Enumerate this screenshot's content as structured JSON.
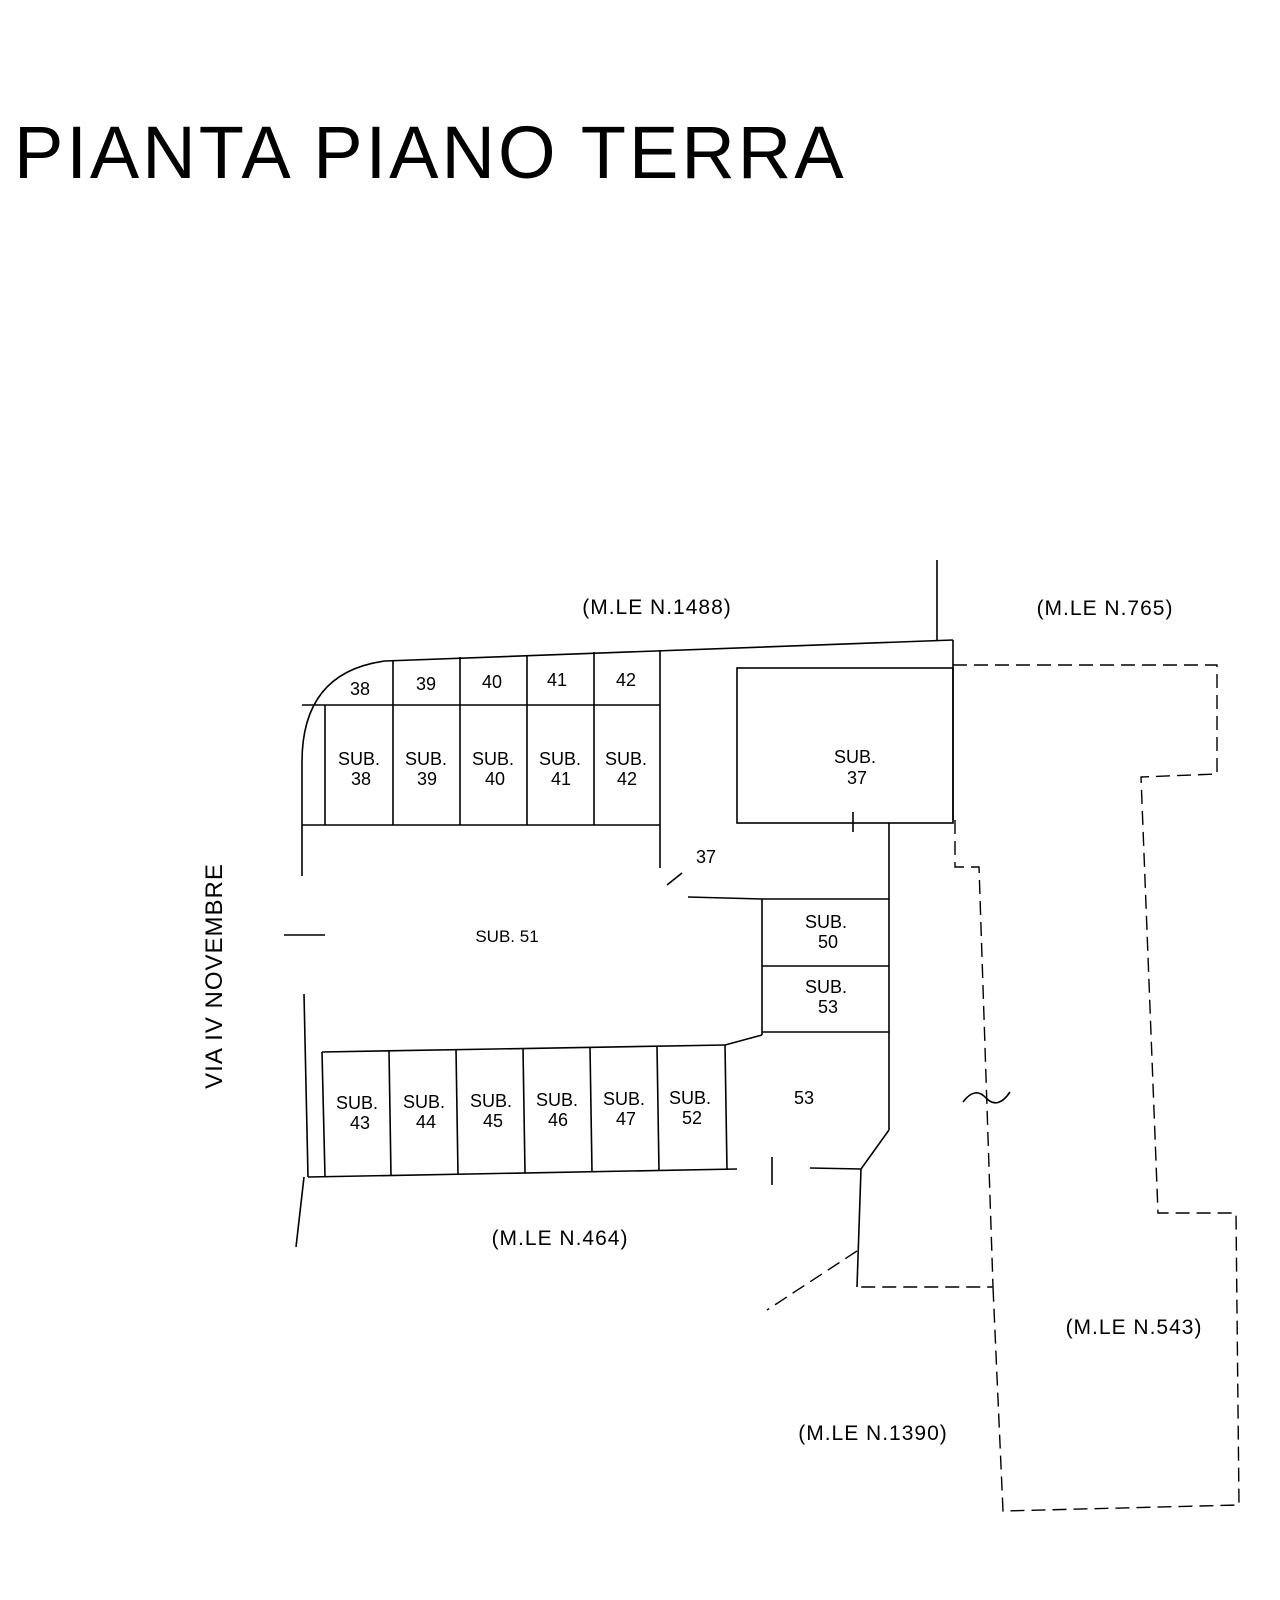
{
  "title": "PIANTA PIANO TERRA",
  "street": "VIA IV NOVEMBRE",
  "parcels": {
    "north": "(M.LE N.1488)",
    "northeast": "(M.LE N.765)",
    "south": "(M.LE N.464)",
    "east": "(M.LE N.543)",
    "southeast": "(M.LE N.1390)"
  },
  "top_row_numbers": [
    "38",
    "39",
    "40",
    "41",
    "42"
  ],
  "top_units": [
    {
      "sub": "SUB.",
      "num": "38"
    },
    {
      "sub": "SUB.",
      "num": "39"
    },
    {
      "sub": "SUB.",
      "num": "40"
    },
    {
      "sub": "SUB.",
      "num": "41"
    },
    {
      "sub": "SUB.",
      "num": "42"
    }
  ],
  "bottom_units": [
    {
      "sub": "SUB.",
      "num": "43"
    },
    {
      "sub": "SUB.",
      "num": "44"
    },
    {
      "sub": "SUB.",
      "num": "45"
    },
    {
      "sub": "SUB.",
      "num": "46"
    },
    {
      "sub": "SUB.",
      "num": "47"
    },
    {
      "sub": "SUB.",
      "num": "52"
    }
  ],
  "sub37": {
    "sub": "SUB.",
    "num": "37"
  },
  "label_37": "37",
  "sub51": "SUB. 51",
  "sub50": {
    "sub": "SUB.",
    "num": "50"
  },
  "sub53": {
    "sub": "SUB.",
    "num": "53"
  },
  "label_53": "53"
}
